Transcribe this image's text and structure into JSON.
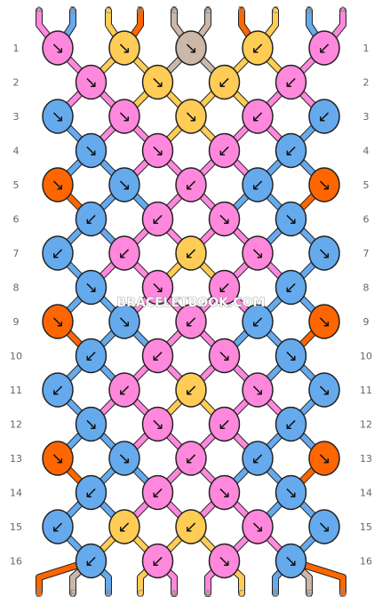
{
  "watermark": "BRACELETBOOK.COM",
  "colors": {
    "A": "#ff88dd",
    "B": "#66aaee",
    "C": "#ffcc55",
    "D": "#ff6600",
    "E": "#ccb8a8"
  },
  "top_labels": [
    "A",
    "B",
    "C",
    "D",
    "E",
    "E",
    "D",
    "C",
    "B",
    "A"
  ],
  "bottom_labels": [
    "D",
    "E",
    "B",
    "C",
    "A",
    "A",
    "C",
    "B",
    "E",
    "D"
  ],
  "row_numbers": [
    "1",
    "2",
    "3",
    "4",
    "5",
    "6",
    "7",
    "8",
    "9",
    "10",
    "11",
    "12",
    "13",
    "14",
    "15",
    "16"
  ],
  "knot_rows": [
    [
      {
        "c": "A",
        "d": "se"
      },
      {
        "c": "C",
        "d": "se"
      },
      {
        "c": "E",
        "d": "se"
      },
      {
        "c": "C",
        "d": "sw"
      },
      {
        "c": "A",
        "d": "sw"
      }
    ],
    [
      {
        "c": "A",
        "d": "se"
      },
      {
        "c": "C",
        "d": "se"
      },
      {
        "c": "C",
        "d": "sw"
      },
      {
        "c": "A",
        "d": "sw"
      }
    ],
    [
      {
        "c": "B",
        "d": "se"
      },
      {
        "c": "A",
        "d": "se"
      },
      {
        "c": "C",
        "d": "se"
      },
      {
        "c": "A",
        "d": "sw"
      },
      {
        "c": "B",
        "d": "sw"
      }
    ],
    [
      {
        "c": "B",
        "d": "se"
      },
      {
        "c": "A",
        "d": "se"
      },
      {
        "c": "A",
        "d": "sw"
      },
      {
        "c": "B",
        "d": "sw"
      }
    ],
    [
      {
        "c": "D",
        "d": "s"
      },
      {
        "c": "B",
        "d": "se"
      },
      {
        "c": "A",
        "d": "sw"
      },
      {
        "c": "B",
        "d": "sw"
      },
      {
        "c": "D",
        "d": "s"
      }
    ],
    [
      {
        "c": "B",
        "d": "sw"
      },
      {
        "c": "A",
        "d": "sw"
      },
      {
        "c": "A",
        "d": "se"
      },
      {
        "c": "B",
        "d": "se"
      }
    ],
    [
      {
        "c": "B",
        "d": "sw"
      },
      {
        "c": "A",
        "d": "sw"
      },
      {
        "c": "C",
        "d": "sw"
      },
      {
        "c": "A",
        "d": "se"
      },
      {
        "c": "B",
        "d": "se"
      }
    ],
    [
      {
        "c": "B",
        "d": "se"
      },
      {
        "c": "A",
        "d": "se"
      },
      {
        "c": "A",
        "d": "sw"
      },
      {
        "c": "B",
        "d": "sw"
      }
    ],
    [
      {
        "c": "D",
        "d": "s"
      },
      {
        "c": "B",
        "d": "se"
      },
      {
        "c": "A",
        "d": "sw"
      },
      {
        "c": "B",
        "d": "sw"
      },
      {
        "c": "D",
        "d": "s"
      }
    ],
    [
      {
        "c": "B",
        "d": "sw"
      },
      {
        "c": "A",
        "d": "sw"
      },
      {
        "c": "A",
        "d": "se"
      },
      {
        "c": "B",
        "d": "se"
      }
    ],
    [
      {
        "c": "B",
        "d": "sw"
      },
      {
        "c": "A",
        "d": "sw"
      },
      {
        "c": "C",
        "d": "sw"
      },
      {
        "c": "A",
        "d": "se"
      },
      {
        "c": "B",
        "d": "se"
      }
    ],
    [
      {
        "c": "B",
        "d": "se"
      },
      {
        "c": "A",
        "d": "se"
      },
      {
        "c": "A",
        "d": "sw"
      },
      {
        "c": "B",
        "d": "sw"
      }
    ],
    [
      {
        "c": "D",
        "d": "s"
      },
      {
        "c": "B",
        "d": "se"
      },
      {
        "c": "A",
        "d": "sw"
      },
      {
        "c": "B",
        "d": "sw"
      },
      {
        "c": "D",
        "d": "s"
      }
    ],
    [
      {
        "c": "B",
        "d": "sw"
      },
      {
        "c": "A",
        "d": "sw"
      },
      {
        "c": "A",
        "d": "se"
      },
      {
        "c": "B",
        "d": "se"
      }
    ],
    [
      {
        "c": "B",
        "d": "sw"
      },
      {
        "c": "C",
        "d": "sw"
      },
      {
        "c": "C",
        "d": "sw"
      },
      {
        "c": "A",
        "d": "se"
      },
      {
        "c": "B",
        "d": "se"
      }
    ],
    [
      {
        "c": "B",
        "d": "sw"
      },
      {
        "c": "A",
        "d": "sw"
      },
      {
        "c": "A",
        "d": "se"
      },
      {
        "c": "B",
        "d": "se"
      }
    ]
  ]
}
